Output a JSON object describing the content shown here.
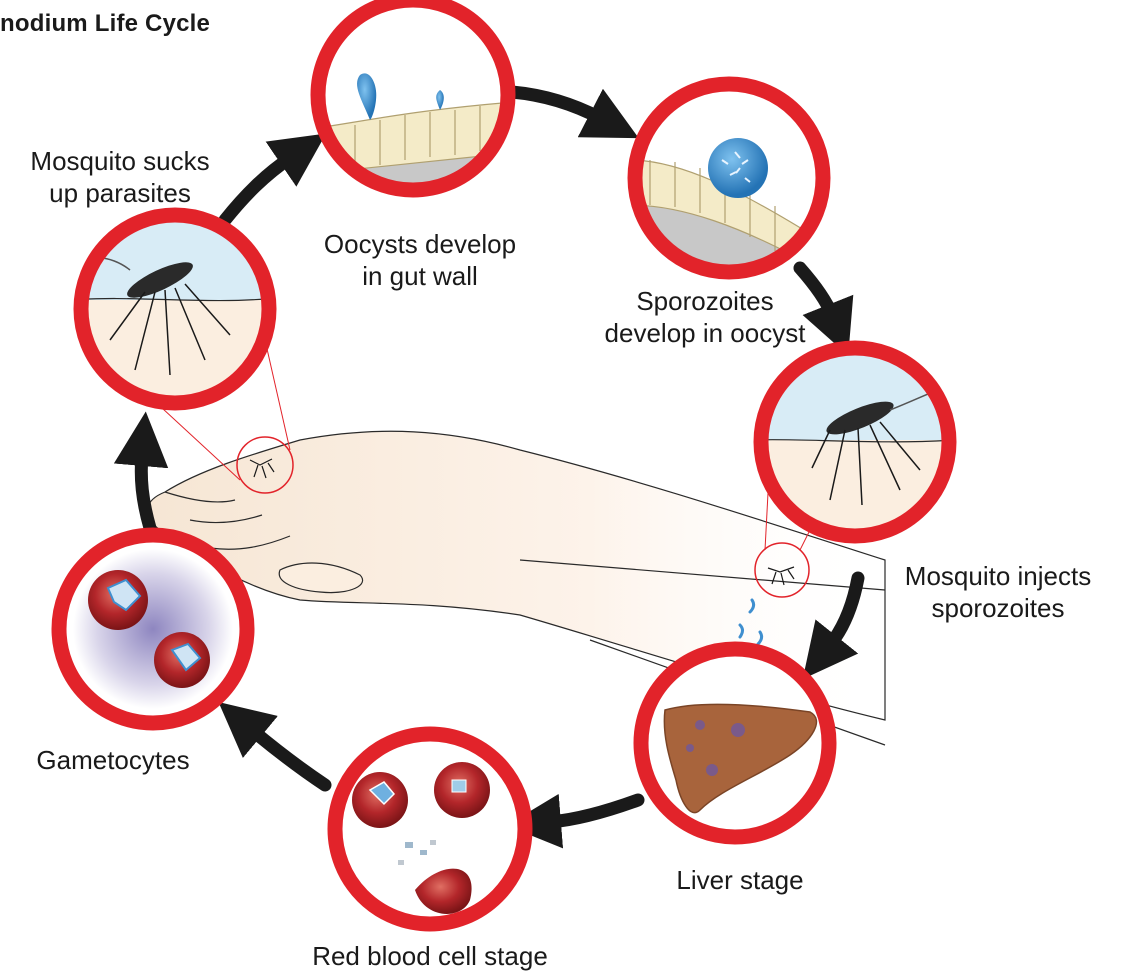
{
  "title": "nodium Life Cycle",
  "colors": {
    "ring": "#e2232a",
    "arrow": "#1a1a1a",
    "skin": "#fbeee0",
    "blood": "#b3262a",
    "parasite": "#3f8fcf",
    "liver": "#a8643c"
  },
  "stages": [
    {
      "id": "oocysts",
      "icon": "gut-wall-oocyst-icon",
      "lines": [
        "Oocysts develop",
        "in gut wall"
      ]
    },
    {
      "id": "sporozoites",
      "icon": "oocyst-sporozoites-icon",
      "lines": [
        "Sporozoites",
        "develop in oocyst"
      ]
    },
    {
      "id": "injects",
      "icon": "mosquito-biting-icon",
      "lines": [
        "Mosquito injects",
        "sporozoites"
      ]
    },
    {
      "id": "liver",
      "icon": "liver-icon",
      "lines": [
        "Liver stage"
      ]
    },
    {
      "id": "rbc",
      "icon": "red-blood-cells-icon",
      "lines": [
        "Red blood cell stage"
      ]
    },
    {
      "id": "gametocytes",
      "icon": "gametocyte-cells-icon",
      "lines": [
        "Gametocytes"
      ]
    },
    {
      "id": "sucks",
      "icon": "mosquito-feeding-icon",
      "lines": [
        "Mosquito sucks",
        "up parasites"
      ]
    }
  ]
}
